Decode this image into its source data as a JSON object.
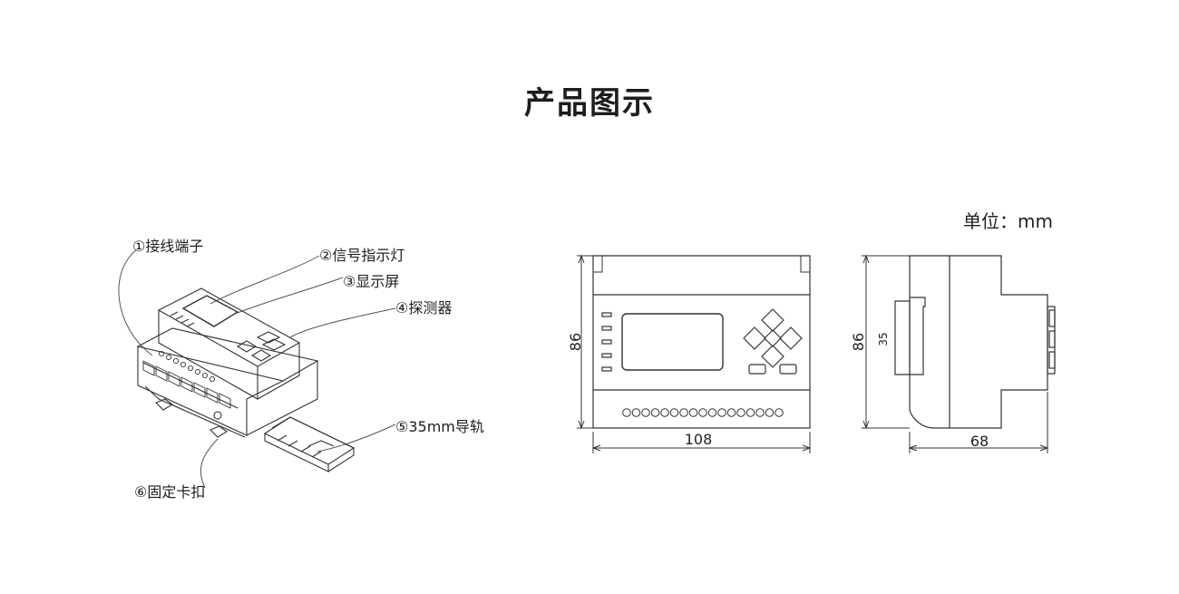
{
  "title": "产品图示",
  "unit_label": "单位：mm",
  "callouts": [
    {
      "label": "①接线端子"
    },
    {
      "label": "②信号指示灯"
    },
    {
      "label": "③显示屏"
    },
    {
      "label": "④探测器"
    },
    {
      "label": "⑤35mm导轨"
    },
    {
      "label": "⑥固定卡扣"
    }
  ],
  "dimensions": {
    "front_width": "108",
    "front_height": "86",
    "side_width": "68",
    "side_height": "86",
    "rail": "35"
  }
}
